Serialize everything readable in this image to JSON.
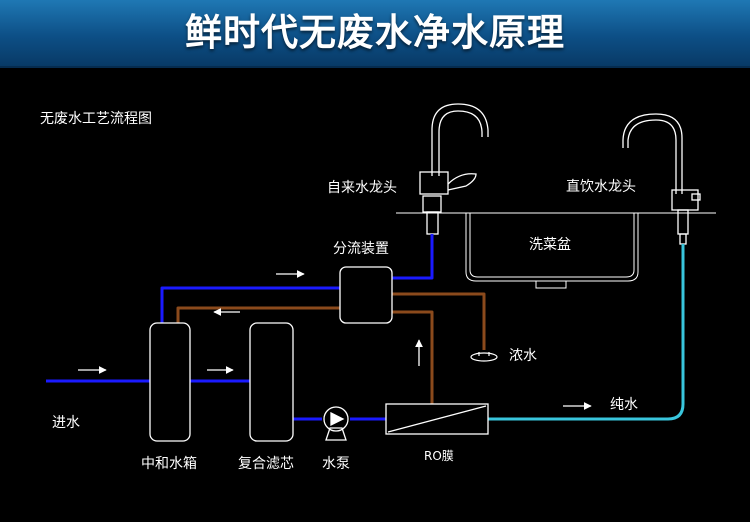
{
  "title": "鲜时代无废水净水原理",
  "diagram": {
    "subtitle": "无废水工艺流程图",
    "labels": {
      "tap_faucet": "自来水龙头",
      "drink_faucet": "直饮水龙头",
      "splitter": "分流装置",
      "sink": "洗菜盆",
      "concentrate": "浓水",
      "inlet": "进水",
      "pure_water": "纯水",
      "tank": "中和水箱",
      "filter": "复合滤芯",
      "pump": "水泵",
      "ro": "RO膜"
    },
    "colors": {
      "background": "#000000",
      "raw_water_line": "#1a1aff",
      "concentrate_line": "#8b4a1c",
      "pure_water_line": "#39c6dd",
      "equipment_outline": "#ffffff",
      "banner": "#0d4f86"
    }
  }
}
